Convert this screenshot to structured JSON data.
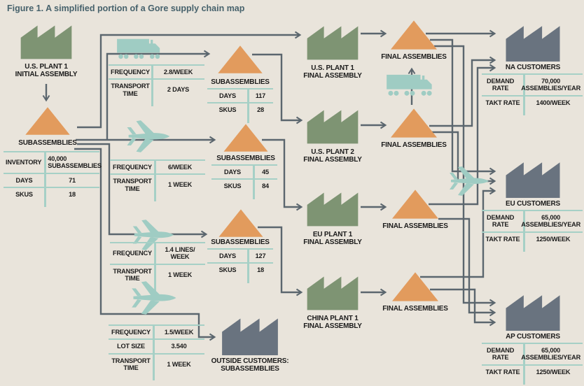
{
  "title": "Figure 1. A simplified portion of a Gore supply chain map",
  "colors": {
    "background": "#e9e4db",
    "plant_green": "#7e9473",
    "inventory_orange": "#e29b5d",
    "customer_gray": "#69737f",
    "transport_teal": "#9fccc3",
    "rule_teal": "#a6d0c6",
    "connector_gray": "#5b666e",
    "title_teal": "#47626c",
    "text": "#1b1b1b"
  },
  "left": {
    "initial_plant": {
      "name": "U.S. PLANT 1",
      "role": "INITIAL ASSEMBLY"
    },
    "subassemblies": {
      "label": "SUBASSEMBLIES",
      "rows": [
        {
          "k": "INVENTORY",
          "v": "40,000 SUBASSEMBLIES"
        },
        {
          "k": "DAYS",
          "v": "71"
        },
        {
          "k": "SKUS",
          "v": "18"
        }
      ]
    }
  },
  "transports": [
    {
      "icon": "truck",
      "rows": [
        {
          "k": "FREQUENCY",
          "v": "2.8/WEEK"
        },
        {
          "k": "TRANSPORT TIME",
          "v": "2 DAYS"
        }
      ]
    },
    {
      "icon": "plane",
      "rows": [
        {
          "k": "FREQUENCY",
          "v": "6/WEEK"
        },
        {
          "k": "TRANSPORT TIME",
          "v": "1 WEEK"
        }
      ]
    },
    {
      "icon": "plane",
      "rows": [
        {
          "k": "FREQUENCY",
          "v": "1.4 LINES/ WEEK"
        },
        {
          "k": "TRANSPORT TIME",
          "v": "1 WEEK"
        }
      ]
    },
    {
      "icon": "plane",
      "rows": [
        {
          "k": "FREQUENCY",
          "v": "1.5/WEEK"
        },
        {
          "k": "LOT SIZE",
          "v": "3.540"
        },
        {
          "k": "TRANSPORT TIME",
          "v": "1 WEEK"
        }
      ]
    }
  ],
  "plant_inventories": [
    {
      "label": "SUBASSEMBLIES",
      "rows": [
        {
          "k": "DAYS",
          "v": "117"
        },
        {
          "k": "SKUS",
          "v": "28"
        }
      ]
    },
    {
      "label": "SUBASSEMBLIES",
      "rows": [
        {
          "k": "DAYS",
          "v": "45"
        },
        {
          "k": "SKUS",
          "v": "84"
        }
      ]
    },
    {
      "label": "SUBASSEMBLIES",
      "rows": [
        {
          "k": "DAYS",
          "v": "127"
        },
        {
          "k": "SKUS",
          "v": "18"
        }
      ]
    }
  ],
  "plants": [
    {
      "name": "U.S. PLANT 1",
      "role": "FINAL ASSEMBLY"
    },
    {
      "name": "U.S. PLANT 2",
      "role": "FINAL ASSEMBLY"
    },
    {
      "name": "EU PLANT 1",
      "role": "FINAL ASSEMBLY"
    },
    {
      "name": "CHINA PLANT 1",
      "role": "FINAL ASSEMBLY"
    }
  ],
  "labels": {
    "final_assemblies": "FINAL ASSEMBLIES"
  },
  "outside_customers": {
    "name": "OUTSIDE CUSTOMERS:",
    "role": "SUBASSEMBLIES"
  },
  "customers": [
    {
      "name": "NA CUSTOMERS",
      "rows": [
        {
          "k": "DEMAND RATE",
          "v": "70,000 ASSEMBLIES/YEAR"
        },
        {
          "k": "TAKT RATE",
          "v": "1400/WEEK"
        }
      ]
    },
    {
      "name": "EU CUSTOMERS",
      "rows": [
        {
          "k": "DEMAND RATE",
          "v": "65,000 ASSEMBLIES/YEAR"
        },
        {
          "k": "TAKT RATE",
          "v": "1250/WEEK"
        }
      ]
    },
    {
      "name": "AP CUSTOMERS",
      "rows": [
        {
          "k": "DEMAND RATE",
          "v": "65,000 ASSEMBLIES/YEAR"
        },
        {
          "k": "TAKT RATE",
          "v": "1250/WEEK"
        }
      ]
    }
  ]
}
